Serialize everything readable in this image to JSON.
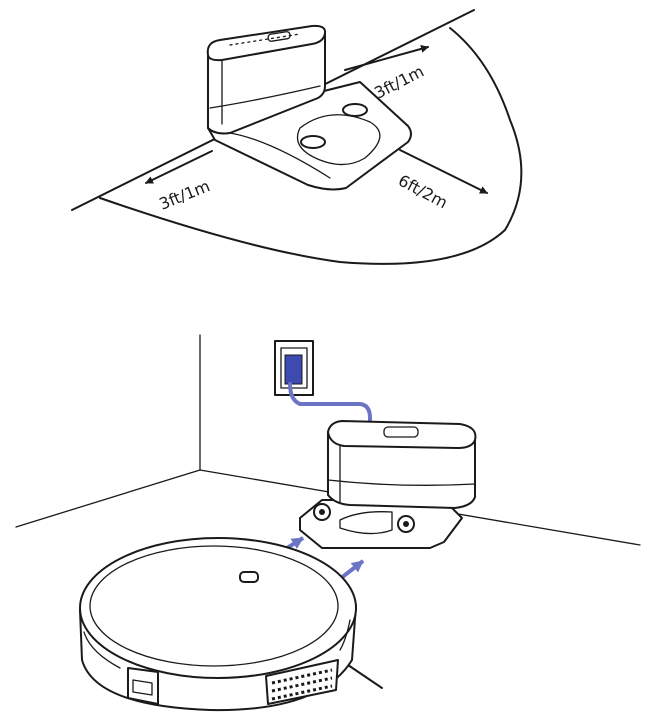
{
  "top_diagram": {
    "labels": {
      "left_clearance": "3ft/1m",
      "right_clearance": "3ft/1m",
      "front_clearance": "6ft/2m"
    }
  },
  "colors": {
    "line": "#1a1a1a",
    "accent": "#6c75c4",
    "adapter": "#3d4bb0",
    "background": "#ffffff"
  }
}
